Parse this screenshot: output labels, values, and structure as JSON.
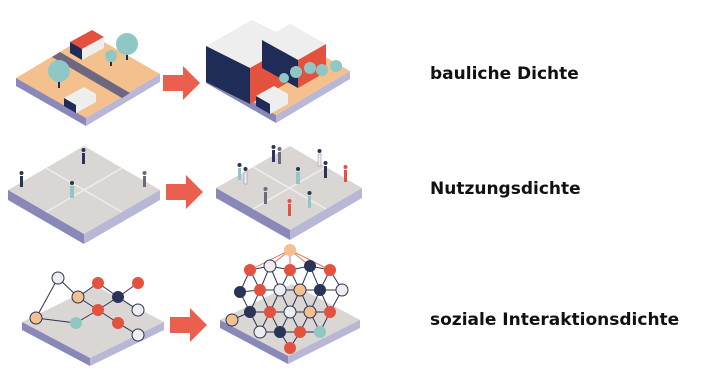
{
  "rows": [
    {
      "label": "bauliche Dichte"
    },
    {
      "label": "Nutzungsdichte"
    },
    {
      "label": "soziale Interaktionsdichte"
    }
  ],
  "colors": {
    "ground_top": "#d9d6d3",
    "ground_left": "#8a88b8",
    "ground_right": "#b9b7d6",
    "sand": "#f4c08d",
    "arrow": "#ea5f4e",
    "tree": "#8fc7c4",
    "building_navy": "#1f2c57",
    "building_red": "#e2523f",
    "building_white": "#eeeeee",
    "network_line": "#2b3356",
    "network_line_red": "#e57356"
  }
}
